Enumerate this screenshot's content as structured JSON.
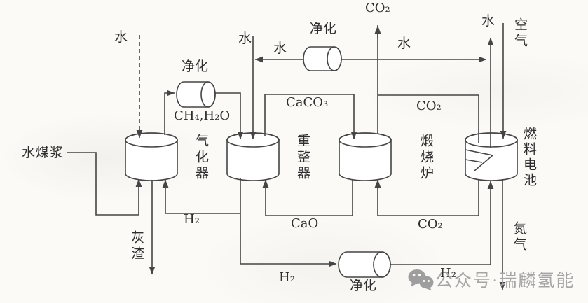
{
  "diagram": {
    "units": [
      {
        "id": "gasifier",
        "label": "气化器"
      },
      {
        "id": "reformer",
        "label": "重整器"
      },
      {
        "id": "calciner",
        "label": "煅烧炉"
      },
      {
        "id": "fuel_cell",
        "label": "燃料电池"
      }
    ],
    "purifiers": {
      "top_left": "净化",
      "top_center": "净化",
      "bottom": "净化"
    },
    "streams": {
      "water_top_left": "水",
      "coal_water_slurry": "水煤浆",
      "ch4_h2o": "CH₄,H₂O",
      "water_above_reformer": "水",
      "water_left_of_purifier": "水",
      "co2_top": "CO₂",
      "water_right_of_purifier": "水",
      "water_fuel_cell_out": "水",
      "air": "空气",
      "caco3": "CaCO₃",
      "co2_to_fuel_cell": "CO₂",
      "h2_recycle": "H₂",
      "cao": "CaO",
      "co2_return": "CO₂",
      "ash": "灰渣",
      "nitrogen": "氮气",
      "h2_to_purifier": "H₂",
      "h2_to_fuel_cell": "H₂"
    },
    "watermark": {
      "icon": "wechat-icon",
      "text": "公众号·瑞麟氢能"
    },
    "colors": {
      "line": "#454545",
      "text": "#2e2e2e",
      "watermark": "#a5a5a5",
      "background": "#fbfaf7"
    }
  }
}
